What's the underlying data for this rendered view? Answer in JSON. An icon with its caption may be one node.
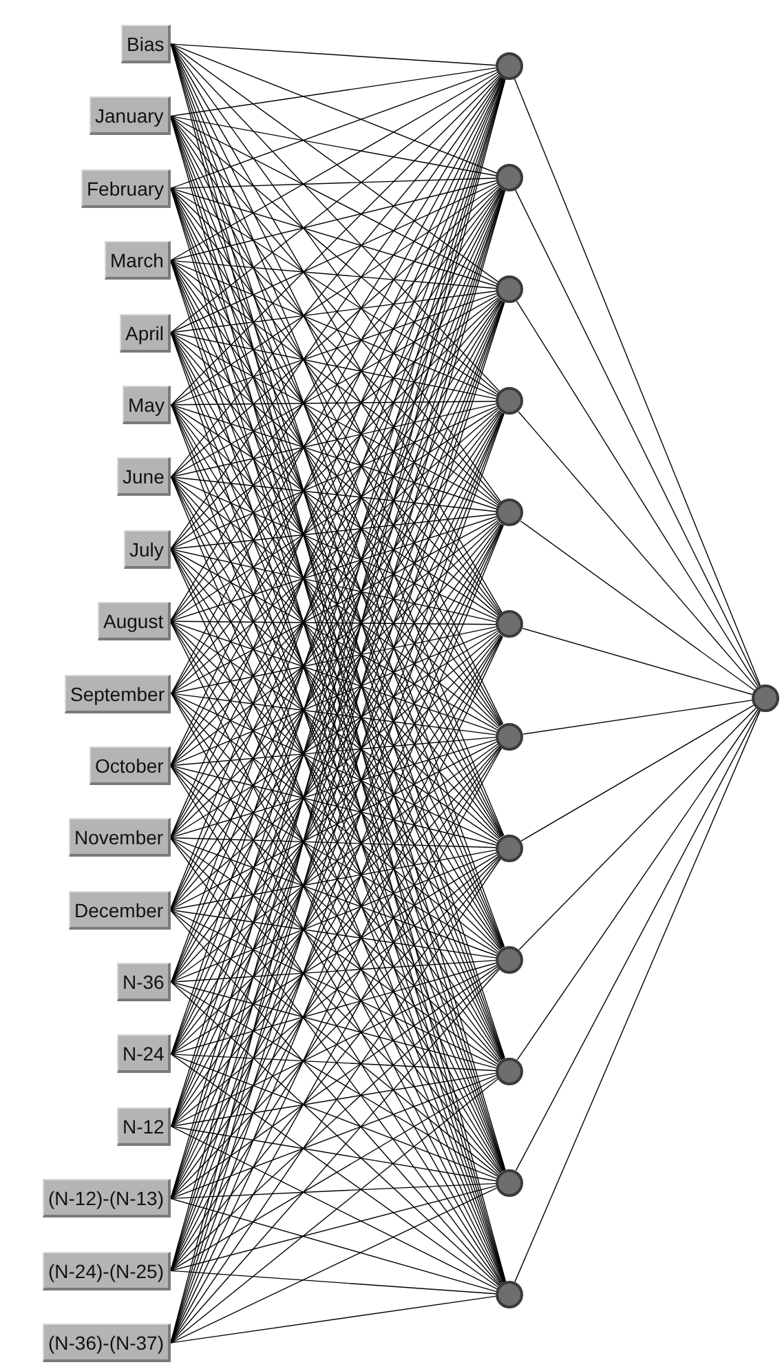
{
  "diagram": {
    "nodes": [
      {
        "text": [
          "Bias"
        ]
      },
      {
        "text": [
          "January"
        ]
      },
      {
        "text": [
          "February"
        ]
      },
      {
        "text": [
          "March"
        ]
      },
      {
        "text": [
          "April"
        ]
      },
      {
        "text": [
          "May"
        ]
      },
      {
        "text": [
          "June"
        ]
      },
      {
        "text": [
          "July"
        ]
      },
      {
        "text": [
          "August"
        ]
      },
      {
        "text": [
          "September"
        ]
      },
      {
        "text": [
          "October"
        ]
      },
      {
        "text": [
          "November"
        ]
      },
      {
        "text": [
          "December"
        ]
      },
      {
        "text": [
          "N-36"
        ]
      },
      {
        "text": [
          "N-24"
        ]
      },
      {
        "text": [
          "N-12"
        ]
      },
      {
        "text": [
          "(N-12)-(N-13)"
        ]
      },
      {
        "text": [
          "(N-24)-(N-25)"
        ]
      },
      {
        "text": [
          "(N-36)-(N-37)"
        ]
      },
      {
        "text": [],
        "shape": "circle"
      },
      {
        "text": [],
        "shape": "circle"
      },
      {
        "text": [],
        "shape": "circle"
      },
      {
        "text": [],
        "shape": "circle"
      },
      {
        "text": [],
        "shape": "circle"
      },
      {
        "text": [],
        "shape": "circle"
      },
      {
        "text": [],
        "shape": "circle"
      },
      {
        "text": [],
        "shape": "circle"
      },
      {
        "text": [],
        "shape": "circle"
      },
      {
        "text": [],
        "shape": "circle"
      },
      {
        "text": [],
        "shape": "circle"
      },
      {
        "text": [],
        "shape": "circle"
      },
      {
        "text": [],
        "shape": "circle"
      }
    ],
    "edges": [
      {
        "from": 0,
        "to": 19,
        "arrow": "none"
      },
      {
        "from": 0,
        "to": 20,
        "arrow": "none"
      },
      {
        "from": 0,
        "to": 21,
        "arrow": "none"
      },
      {
        "from": 0,
        "to": 22,
        "arrow": "none"
      },
      {
        "from": 0,
        "to": 23,
        "arrow": "none"
      },
      {
        "from": 0,
        "to": 24,
        "arrow": "none"
      },
      {
        "from": 0,
        "to": 25,
        "arrow": "none"
      },
      {
        "from": 0,
        "to": 26,
        "arrow": "none"
      },
      {
        "from": 0,
        "to": 27,
        "arrow": "none"
      },
      {
        "from": 0,
        "to": 28,
        "arrow": "none"
      },
      {
        "from": 0,
        "to": 29,
        "arrow": "none"
      },
      {
        "from": 0,
        "to": 30,
        "arrow": "none"
      },
      {
        "from": 1,
        "to": 19,
        "arrow": "none"
      },
      {
        "from": 1,
        "to": 20,
        "arrow": "none"
      },
      {
        "from": 1,
        "to": 21,
        "arrow": "none"
      },
      {
        "from": 1,
        "to": 22,
        "arrow": "none"
      },
      {
        "from": 1,
        "to": 23,
        "arrow": "none"
      },
      {
        "from": 1,
        "to": 24,
        "arrow": "none"
      },
      {
        "from": 1,
        "to": 25,
        "arrow": "none"
      },
      {
        "from": 1,
        "to": 26,
        "arrow": "none"
      },
      {
        "from": 1,
        "to": 27,
        "arrow": "none"
      },
      {
        "from": 1,
        "to": 28,
        "arrow": "none"
      },
      {
        "from": 1,
        "to": 29,
        "arrow": "none"
      },
      {
        "from": 1,
        "to": 30,
        "arrow": "none"
      },
      {
        "from": 2,
        "to": 19,
        "arrow": "none"
      },
      {
        "from": 2,
        "to": 20,
        "arrow": "none"
      },
      {
        "from": 2,
        "to": 21,
        "arrow": "none"
      },
      {
        "from": 2,
        "to": 22,
        "arrow": "none"
      },
      {
        "from": 2,
        "to": 23,
        "arrow": "none"
      },
      {
        "from": 2,
        "to": 24,
        "arrow": "none"
      },
      {
        "from": 2,
        "to": 25,
        "arrow": "none"
      },
      {
        "from": 2,
        "to": 26,
        "arrow": "none"
      },
      {
        "from": 2,
        "to": 27,
        "arrow": "none"
      },
      {
        "from": 2,
        "to": 28,
        "arrow": "none"
      },
      {
        "from": 2,
        "to": 29,
        "arrow": "none"
      },
      {
        "from": 2,
        "to": 30,
        "arrow": "none"
      },
      {
        "from": 3,
        "to": 19,
        "arrow": "none"
      },
      {
        "from": 3,
        "to": 20,
        "arrow": "none"
      },
      {
        "from": 3,
        "to": 21,
        "arrow": "none"
      },
      {
        "from": 3,
        "to": 22,
        "arrow": "none"
      },
      {
        "from": 3,
        "to": 23,
        "arrow": "none"
      },
      {
        "from": 3,
        "to": 24,
        "arrow": "none"
      },
      {
        "from": 3,
        "to": 25,
        "arrow": "none"
      },
      {
        "from": 3,
        "to": 26,
        "arrow": "none"
      },
      {
        "from": 3,
        "to": 27,
        "arrow": "none"
      },
      {
        "from": 3,
        "to": 28,
        "arrow": "none"
      },
      {
        "from": 3,
        "to": 29,
        "arrow": "none"
      },
      {
        "from": 3,
        "to": 30,
        "arrow": "none"
      },
      {
        "from": 4,
        "to": 19,
        "arrow": "none"
      },
      {
        "from": 4,
        "to": 20,
        "arrow": "none"
      },
      {
        "from": 4,
        "to": 21,
        "arrow": "none"
      },
      {
        "from": 4,
        "to": 22,
        "arrow": "none"
      },
      {
        "from": 4,
        "to": 23,
        "arrow": "none"
      },
      {
        "from": 4,
        "to": 24,
        "arrow": "none"
      },
      {
        "from": 4,
        "to": 25,
        "arrow": "none"
      },
      {
        "from": 4,
        "to": 26,
        "arrow": "none"
      },
      {
        "from": 4,
        "to": 27,
        "arrow": "none"
      },
      {
        "from": 4,
        "to": 28,
        "arrow": "none"
      },
      {
        "from": 4,
        "to": 29,
        "arrow": "none"
      },
      {
        "from": 4,
        "to": 30,
        "arrow": "none"
      },
      {
        "from": 5,
        "to": 19,
        "arrow": "none"
      },
      {
        "from": 5,
        "to": 20,
        "arrow": "none"
      },
      {
        "from": 5,
        "to": 21,
        "arrow": "none"
      },
      {
        "from": 5,
        "to": 22,
        "arrow": "none"
      },
      {
        "from": 5,
        "to": 23,
        "arrow": "none"
      },
      {
        "from": 5,
        "to": 24,
        "arrow": "none"
      },
      {
        "from": 5,
        "to": 25,
        "arrow": "none"
      },
      {
        "from": 5,
        "to": 26,
        "arrow": "none"
      },
      {
        "from": 5,
        "to": 27,
        "arrow": "none"
      },
      {
        "from": 5,
        "to": 28,
        "arrow": "none"
      },
      {
        "from": 5,
        "to": 29,
        "arrow": "none"
      },
      {
        "from": 5,
        "to": 30,
        "arrow": "none"
      },
      {
        "from": 6,
        "to": 19,
        "arrow": "none"
      },
      {
        "from": 6,
        "to": 20,
        "arrow": "none"
      },
      {
        "from": 6,
        "to": 21,
        "arrow": "none"
      },
      {
        "from": 6,
        "to": 22,
        "arrow": "none"
      },
      {
        "from": 6,
        "to": 23,
        "arrow": "none"
      },
      {
        "from": 6,
        "to": 24,
        "arrow": "none"
      },
      {
        "from": 6,
        "to": 25,
        "arrow": "none"
      },
      {
        "from": 6,
        "to": 26,
        "arrow": "none"
      },
      {
        "from": 6,
        "to": 27,
        "arrow": "none"
      },
      {
        "from": 6,
        "to": 28,
        "arrow": "none"
      },
      {
        "from": 6,
        "to": 29,
        "arrow": "none"
      },
      {
        "from": 6,
        "to": 30,
        "arrow": "none"
      },
      {
        "from": 7,
        "to": 19,
        "arrow": "none"
      },
      {
        "from": 7,
        "to": 20,
        "arrow": "none"
      },
      {
        "from": 7,
        "to": 21,
        "arrow": "none"
      },
      {
        "from": 7,
        "to": 22,
        "arrow": "none"
      },
      {
        "from": 7,
        "to": 23,
        "arrow": "none"
      },
      {
        "from": 7,
        "to": 24,
        "arrow": "none"
      },
      {
        "from": 7,
        "to": 25,
        "arrow": "none"
      },
      {
        "from": 7,
        "to": 26,
        "arrow": "none"
      },
      {
        "from": 7,
        "to": 27,
        "arrow": "none"
      },
      {
        "from": 7,
        "to": 28,
        "arrow": "none"
      },
      {
        "from": 7,
        "to": 29,
        "arrow": "none"
      },
      {
        "from": 7,
        "to": 30,
        "arrow": "none"
      },
      {
        "from": 8,
        "to": 19,
        "arrow": "none"
      },
      {
        "from": 8,
        "to": 20,
        "arrow": "none"
      },
      {
        "from": 8,
        "to": 21,
        "arrow": "none"
      },
      {
        "from": 8,
        "to": 22,
        "arrow": "none"
      },
      {
        "from": 8,
        "to": 23,
        "arrow": "none"
      },
      {
        "from": 8,
        "to": 24,
        "arrow": "none"
      },
      {
        "from": 8,
        "to": 25,
        "arrow": "none"
      },
      {
        "from": 8,
        "to": 26,
        "arrow": "none"
      },
      {
        "from": 8,
        "to": 27,
        "arrow": "none"
      },
      {
        "from": 8,
        "to": 28,
        "arrow": "none"
      },
      {
        "from": 8,
        "to": 29,
        "arrow": "none"
      },
      {
        "from": 8,
        "to": 30,
        "arrow": "none"
      },
      {
        "from": 9,
        "to": 19,
        "arrow": "none"
      },
      {
        "from": 9,
        "to": 20,
        "arrow": "none"
      },
      {
        "from": 9,
        "to": 21,
        "arrow": "none"
      },
      {
        "from": 9,
        "to": 22,
        "arrow": "none"
      },
      {
        "from": 9,
        "to": 23,
        "arrow": "none"
      },
      {
        "from": 9,
        "to": 24,
        "arrow": "none"
      },
      {
        "from": 9,
        "to": 25,
        "arrow": "none"
      },
      {
        "from": 9,
        "to": 26,
        "arrow": "none"
      },
      {
        "from": 9,
        "to": 27,
        "arrow": "none"
      },
      {
        "from": 9,
        "to": 28,
        "arrow": "none"
      },
      {
        "from": 9,
        "to": 29,
        "arrow": "none"
      },
      {
        "from": 9,
        "to": 30,
        "arrow": "none"
      },
      {
        "from": 10,
        "to": 19,
        "arrow": "none"
      },
      {
        "from": 10,
        "to": 20,
        "arrow": "none"
      },
      {
        "from": 10,
        "to": 21,
        "arrow": "none"
      },
      {
        "from": 10,
        "to": 22,
        "arrow": "none"
      },
      {
        "from": 10,
        "to": 23,
        "arrow": "none"
      },
      {
        "from": 10,
        "to": 24,
        "arrow": "none"
      },
      {
        "from": 10,
        "to": 25,
        "arrow": "none"
      },
      {
        "from": 10,
        "to": 26,
        "arrow": "none"
      },
      {
        "from": 10,
        "to": 27,
        "arrow": "none"
      },
      {
        "from": 10,
        "to": 28,
        "arrow": "none"
      },
      {
        "from": 10,
        "to": 29,
        "arrow": "none"
      },
      {
        "from": 10,
        "to": 30,
        "arrow": "none"
      },
      {
        "from": 11,
        "to": 19,
        "arrow": "none"
      },
      {
        "from": 11,
        "to": 20,
        "arrow": "none"
      },
      {
        "from": 11,
        "to": 21,
        "arrow": "none"
      },
      {
        "from": 11,
        "to": 22,
        "arrow": "none"
      },
      {
        "from": 11,
        "to": 23,
        "arrow": "none"
      },
      {
        "from": 11,
        "to": 24,
        "arrow": "none"
      },
      {
        "from": 11,
        "to": 25,
        "arrow": "none"
      },
      {
        "from": 11,
        "to": 26,
        "arrow": "none"
      },
      {
        "from": 11,
        "to": 27,
        "arrow": "none"
      },
      {
        "from": 11,
        "to": 28,
        "arrow": "none"
      },
      {
        "from": 11,
        "to": 29,
        "arrow": "none"
      },
      {
        "from": 11,
        "to": 30,
        "arrow": "none"
      },
      {
        "from": 12,
        "to": 19,
        "arrow": "none"
      },
      {
        "from": 12,
        "to": 20,
        "arrow": "none"
      },
      {
        "from": 12,
        "to": 21,
        "arrow": "none"
      },
      {
        "from": 12,
        "to": 22,
        "arrow": "none"
      },
      {
        "from": 12,
        "to": 23,
        "arrow": "none"
      },
      {
        "from": 12,
        "to": 24,
        "arrow": "none"
      },
      {
        "from": 12,
        "to": 25,
        "arrow": "none"
      },
      {
        "from": 12,
        "to": 26,
        "arrow": "none"
      },
      {
        "from": 12,
        "to": 27,
        "arrow": "none"
      },
      {
        "from": 12,
        "to": 28,
        "arrow": "none"
      },
      {
        "from": 12,
        "to": 29,
        "arrow": "none"
      },
      {
        "from": 12,
        "to": 30,
        "arrow": "none"
      },
      {
        "from": 13,
        "to": 19,
        "arrow": "none"
      },
      {
        "from": 13,
        "to": 20,
        "arrow": "none"
      },
      {
        "from": 13,
        "to": 21,
        "arrow": "none"
      },
      {
        "from": 13,
        "to": 22,
        "arrow": "none"
      },
      {
        "from": 13,
        "to": 23,
        "arrow": "none"
      },
      {
        "from": 13,
        "to": 24,
        "arrow": "none"
      },
      {
        "from": 13,
        "to": 25,
        "arrow": "none"
      },
      {
        "from": 13,
        "to": 26,
        "arrow": "none"
      },
      {
        "from": 13,
        "to": 27,
        "arrow": "none"
      },
      {
        "from": 13,
        "to": 28,
        "arrow": "none"
      },
      {
        "from": 13,
        "to": 29,
        "arrow": "none"
      },
      {
        "from": 13,
        "to": 30,
        "arrow": "none"
      },
      {
        "from": 14,
        "to": 19,
        "arrow": "none"
      },
      {
        "from": 14,
        "to": 20,
        "arrow": "none"
      },
      {
        "from": 14,
        "to": 21,
        "arrow": "none"
      },
      {
        "from": 14,
        "to": 22,
        "arrow": "none"
      },
      {
        "from": 14,
        "to": 23,
        "arrow": "none"
      },
      {
        "from": 14,
        "to": 24,
        "arrow": "none"
      },
      {
        "from": 14,
        "to": 25,
        "arrow": "none"
      },
      {
        "from": 14,
        "to": 26,
        "arrow": "none"
      },
      {
        "from": 14,
        "to": 27,
        "arrow": "none"
      },
      {
        "from": 14,
        "to": 28,
        "arrow": "none"
      },
      {
        "from": 14,
        "to": 29,
        "arrow": "none"
      },
      {
        "from": 14,
        "to": 30,
        "arrow": "none"
      },
      {
        "from": 15,
        "to": 19,
        "arrow": "none"
      },
      {
        "from": 15,
        "to": 20,
        "arrow": "none"
      },
      {
        "from": 15,
        "to": 21,
        "arrow": "none"
      },
      {
        "from": 15,
        "to": 22,
        "arrow": "none"
      },
      {
        "from": 15,
        "to": 23,
        "arrow": "none"
      },
      {
        "from": 15,
        "to": 24,
        "arrow": "none"
      },
      {
        "from": 15,
        "to": 25,
        "arrow": "none"
      },
      {
        "from": 15,
        "to": 26,
        "arrow": "none"
      },
      {
        "from": 15,
        "to": 27,
        "arrow": "none"
      },
      {
        "from": 15,
        "to": 28,
        "arrow": "none"
      },
      {
        "from": 15,
        "to": 29,
        "arrow": "none"
      },
      {
        "from": 15,
        "to": 30,
        "arrow": "none"
      },
      {
        "from": 16,
        "to": 19,
        "arrow": "none"
      },
      {
        "from": 16,
        "to": 20,
        "arrow": "none"
      },
      {
        "from": 16,
        "to": 21,
        "arrow": "none"
      },
      {
        "from": 16,
        "to": 22,
        "arrow": "none"
      },
      {
        "from": 16,
        "to": 23,
        "arrow": "none"
      },
      {
        "from": 16,
        "to": 24,
        "arrow": "none"
      },
      {
        "from": 16,
        "to": 25,
        "arrow": "none"
      },
      {
        "from": 16,
        "to": 26,
        "arrow": "none"
      },
      {
        "from": 16,
        "to": 27,
        "arrow": "none"
      },
      {
        "from": 16,
        "to": 28,
        "arrow": "none"
      },
      {
        "from": 16,
        "to": 29,
        "arrow": "none"
      },
      {
        "from": 16,
        "to": 30,
        "arrow": "none"
      },
      {
        "from": 17,
        "to": 19,
        "arrow": "none"
      },
      {
        "from": 17,
        "to": 20,
        "arrow": "none"
      },
      {
        "from": 17,
        "to": 21,
        "arrow": "none"
      },
      {
        "from": 17,
        "to": 22,
        "arrow": "none"
      },
      {
        "from": 17,
        "to": 23,
        "arrow": "none"
      },
      {
        "from": 17,
        "to": 24,
        "arrow": "none"
      },
      {
        "from": 17,
        "to": 25,
        "arrow": "none"
      },
      {
        "from": 17,
        "to": 26,
        "arrow": "none"
      },
      {
        "from": 17,
        "to": 27,
        "arrow": "none"
      },
      {
        "from": 17,
        "to": 28,
        "arrow": "none"
      },
      {
        "from": 17,
        "to": 29,
        "arrow": "none"
      },
      {
        "from": 17,
        "to": 30,
        "arrow": "none"
      },
      {
        "from": 18,
        "to": 19,
        "arrow": "none"
      },
      {
        "from": 18,
        "to": 20,
        "arrow": "none"
      },
      {
        "from": 18,
        "to": 21,
        "arrow": "none"
      },
      {
        "from": 18,
        "to": 22,
        "arrow": "none"
      },
      {
        "from": 18,
        "to": 23,
        "arrow": "none"
      },
      {
        "from": 18,
        "to": 24,
        "arrow": "none"
      },
      {
        "from": 18,
        "to": 25,
        "arrow": "none"
      },
      {
        "from": 18,
        "to": 26,
        "arrow": "none"
      },
      {
        "from": 18,
        "to": 27,
        "arrow": "none"
      },
      {
        "from": 18,
        "to": 28,
        "arrow": "none"
      },
      {
        "from": 18,
        "to": 29,
        "arrow": "none"
      },
      {
        "from": 18,
        "to": 30,
        "arrow": "none"
      },
      {
        "from": 19,
        "to": 31,
        "arrow": "none"
      },
      {
        "from": 20,
        "to": 31,
        "arrow": "none"
      },
      {
        "from": 21,
        "to": 31,
        "arrow": "none"
      },
      {
        "from": 22,
        "to": 31,
        "arrow": "none"
      },
      {
        "from": 23,
        "to": 31,
        "arrow": "none"
      },
      {
        "from": 24,
        "to": 31,
        "arrow": "none"
      },
      {
        "from": 25,
        "to": 31,
        "arrow": "none"
      },
      {
        "from": 26,
        "to": 31,
        "arrow": "none"
      },
      {
        "from": 27,
        "to": 31,
        "arrow": "none"
      },
      {
        "from": 28,
        "to": 31,
        "arrow": "none"
      },
      {
        "from": 29,
        "to": 31,
        "arrow": "none"
      },
      {
        "from": 30,
        "to": 31,
        "arrow": "none"
      }
    ]
  }
}
